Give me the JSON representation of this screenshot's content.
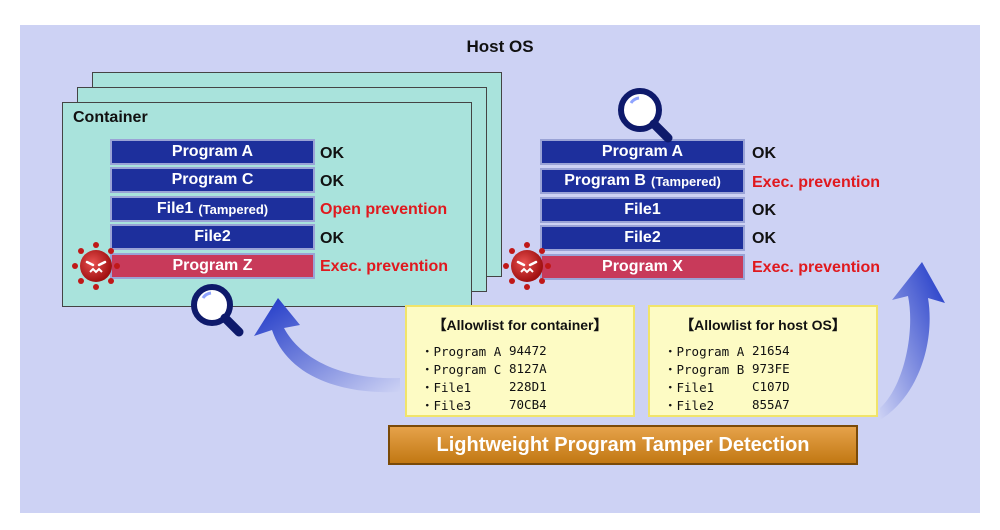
{
  "host_title": "Host OS",
  "container": {
    "title": "Container",
    "rows": [
      {
        "label": "Program A",
        "tag": "",
        "status": "OK",
        "status_type": "ok",
        "color": "blue"
      },
      {
        "label": "Program C",
        "tag": "",
        "status": "OK",
        "status_type": "ok",
        "color": "blue"
      },
      {
        "label": "File1",
        "tag": "(Tampered)",
        "status": "Open prevention",
        "status_type": "warn",
        "color": "blue"
      },
      {
        "label": "File2",
        "tag": "",
        "status": "OK",
        "status_type": "ok",
        "color": "blue"
      },
      {
        "label": "Program Z",
        "tag": "",
        "status": "Exec. prevention",
        "status_type": "warn",
        "color": "red"
      }
    ]
  },
  "host": {
    "rows": [
      {
        "label": "Program A",
        "tag": "",
        "status": "OK",
        "status_type": "ok",
        "color": "blue"
      },
      {
        "label": "Program B",
        "tag": "(Tampered)",
        "status": "Exec. prevention",
        "status_type": "warn",
        "color": "blue"
      },
      {
        "label": "File1",
        "tag": "",
        "status": "OK",
        "status_type": "ok",
        "color": "blue"
      },
      {
        "label": "File2",
        "tag": "",
        "status": "OK",
        "status_type": "ok",
        "color": "blue"
      },
      {
        "label": "Program X",
        "tag": "",
        "status": "Exec. prevention",
        "status_type": "warn",
        "color": "red"
      }
    ]
  },
  "allowlist_container": {
    "title": "【Allowlist for container】",
    "items": [
      {
        "name": "・Program A",
        "hash": "94472"
      },
      {
        "name": "・Program C",
        "hash": "8127A"
      },
      {
        "name": "・File1",
        "hash": "228D1"
      },
      {
        "name": "・File3",
        "hash": "70CB4"
      }
    ]
  },
  "allowlist_host": {
    "title": "【Allowlist for host OS】",
    "items": [
      {
        "name": "・Program A",
        "hash": "21654"
      },
      {
        "name": "・Program B",
        "hash": "973FE"
      },
      {
        "name": "・File1",
        "hash": "C107D"
      },
      {
        "name": "・File2",
        "hash": "855A7"
      }
    ]
  },
  "banner": "Lightweight Program Tamper Detection",
  "icons": [
    "magnifier-icon",
    "malware-virus-icon",
    "curved-arrow-icon"
  ],
  "colors": {
    "program_blue": "#1d2f9c",
    "malware_red": "#c83a5a",
    "warning_text": "#e0191e",
    "container_bg": "#a9e3dc",
    "host_bg": "#cdd2f4"
  }
}
